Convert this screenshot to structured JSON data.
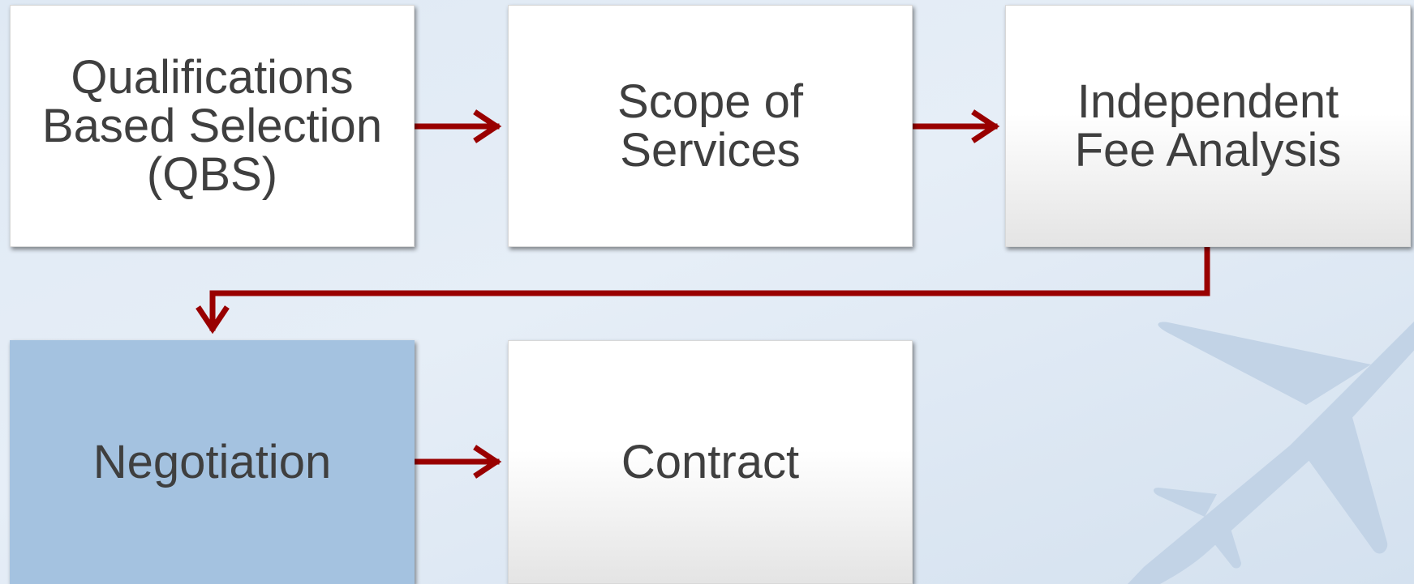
{
  "diagram": {
    "steps": [
      {
        "id": "qbs",
        "label": "Qualifications\nBased Selection\n(QBS)"
      },
      {
        "id": "scope",
        "label": "Scope of\nServices"
      },
      {
        "id": "fee",
        "label": "Independent\nFee Analysis"
      },
      {
        "id": "negotiation",
        "label": "Negotiation"
      },
      {
        "id": "contract",
        "label": "Contract"
      }
    ],
    "flow": [
      "qbs",
      "scope",
      "fee",
      "negotiation",
      "contract"
    ],
    "highlighted_step": "negotiation"
  },
  "colors": {
    "arrow": "#990000",
    "highlight_box": "#a4c2e0",
    "text": "#3f3f3f",
    "plane_watermark": "#c2d3e6"
  },
  "decorations": {
    "watermark_icon": "airplane-icon"
  }
}
